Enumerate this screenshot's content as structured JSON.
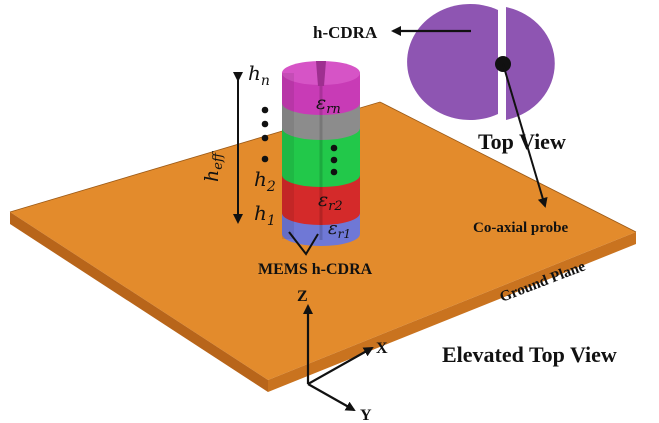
{
  "labels": {
    "hcdra": "h-CDRA",
    "top_view": "Top View",
    "coaxial_probe": "Co-axial probe",
    "mems_hcdra": "MEMS h-CDRA",
    "ground_plane": "Ground Plane",
    "elevated_top_view": "Elevated Top View"
  },
  "axes": {
    "z": "Z",
    "x": "X",
    "y": "Y"
  },
  "math": {
    "h_base": "h",
    "h_n_sub": "n",
    "h_2_sub": "2",
    "h_1_sub": "1",
    "h_eff_sub": "eff",
    "eps": "ε",
    "eps_rn_sub": "rn",
    "eps_r2_sub": "r2",
    "eps_r1_sub": "r1"
  },
  "colors": {
    "ground_plane": "#E38B2C",
    "layer_top": "#C83BB6",
    "layer_gray": "#8C8C8C",
    "layer_green": "#22C84A",
    "layer_red": "#D42A2A",
    "layer_bottom": "#6F78D6",
    "top_view_disk": "#8E55B2"
  }
}
